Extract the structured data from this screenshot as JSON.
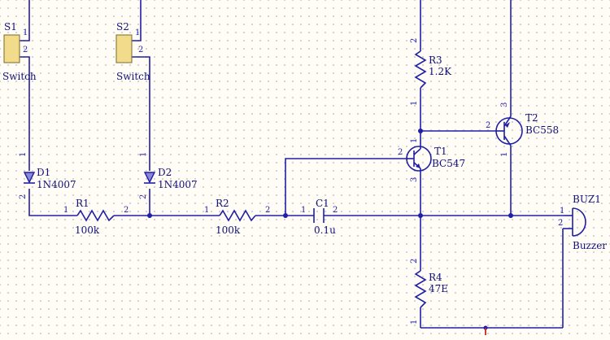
{
  "schematic": {
    "components": {
      "s1": {
        "designator": "S1",
        "value": "Switch",
        "pins": [
          "1",
          "2"
        ]
      },
      "s2": {
        "designator": "S2",
        "value": "Switch",
        "pins": [
          "1",
          "2"
        ]
      },
      "d1": {
        "designator": "D1",
        "value": "1N4007",
        "pins": [
          "1",
          "2"
        ]
      },
      "d2": {
        "designator": "D2",
        "value": "1N4007",
        "pins": [
          "1",
          "2"
        ]
      },
      "r1": {
        "designator": "R1",
        "value": "100k",
        "pins": [
          "1",
          "2"
        ]
      },
      "r2": {
        "designator": "R2",
        "value": "100k",
        "pins": [
          "1",
          "2"
        ]
      },
      "c1": {
        "designator": "C1",
        "value": "0.1u",
        "pins": [
          "1",
          "2"
        ]
      },
      "r3": {
        "designator": "R3",
        "value": "1.2K",
        "pins": [
          "2",
          "1"
        ]
      },
      "r4": {
        "designator": "R4",
        "value": "47E",
        "pins": [
          "2",
          "1"
        ]
      },
      "t1": {
        "designator": "T1",
        "value": "BC547",
        "pins": [
          "2",
          "1",
          "3"
        ]
      },
      "t2": {
        "designator": "T2",
        "value": "BC558",
        "pins": [
          "2",
          "3",
          "1"
        ]
      },
      "buz1": {
        "designator": "BUZ1",
        "value": "Buzzer",
        "pins": [
          "1",
          "2"
        ]
      }
    }
  },
  "colors": {
    "wire": "#1f1fa8",
    "switch_body": "#f2dc8c",
    "text": "#10107a",
    "background": "#fffdf5",
    "marker": "#cc2222"
  }
}
